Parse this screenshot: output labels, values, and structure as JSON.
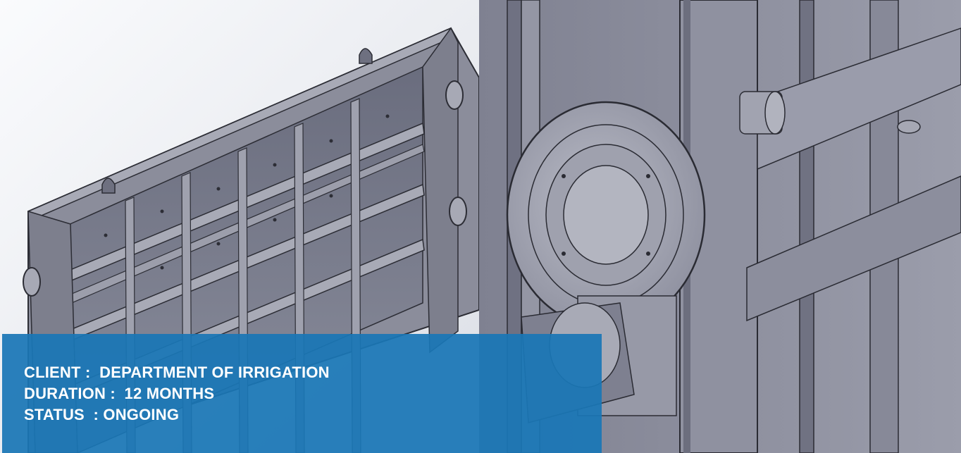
{
  "banner": {
    "client_line": "CLIENT :  DEPARTMENT OF IRRIGATION",
    "duration_line": "DURATION :  12 MONTHS",
    "status_line": "STATUS  : ONGOING",
    "background_color": "#1a76b6",
    "text_color": "#ffffff"
  },
  "images": {
    "left": "gate-frame-cad-render",
    "right": "gate-roller-wheel-closeup-render"
  }
}
